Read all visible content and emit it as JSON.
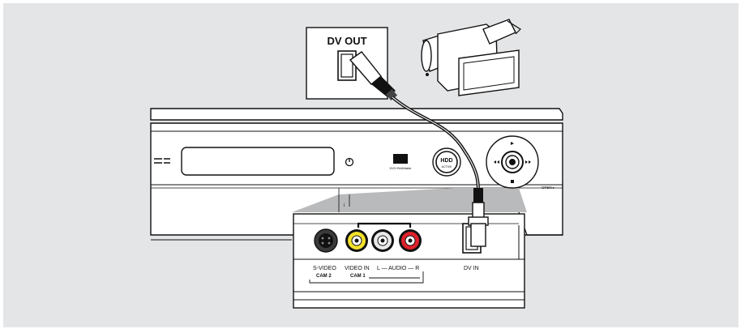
{
  "callout": {
    "dv_out_label": "DV OUT"
  },
  "recorder": {
    "rw_badge": "RW",
    "rw_subtext": "DVD+ReWritable",
    "hdd_button": "HDD",
    "hdd_subtext": "ACTIVE",
    "open_label": "OPEN ▸"
  },
  "front_panel": {
    "svideo_label": "S-VIDEO",
    "cam2_label": "CAM 2",
    "video_in_label": "VIDEO IN",
    "cam1_label": "CAM 1",
    "audio_left_label": "L — AUDIO — R",
    "dv_in_label": "DV IN"
  },
  "colors": {
    "background": "#e4e5e7",
    "video_jack": "#f2e12a",
    "audio_left_jack": "#e8e8e8",
    "audio_right_jack": "#e0202a",
    "line": "#111111"
  }
}
